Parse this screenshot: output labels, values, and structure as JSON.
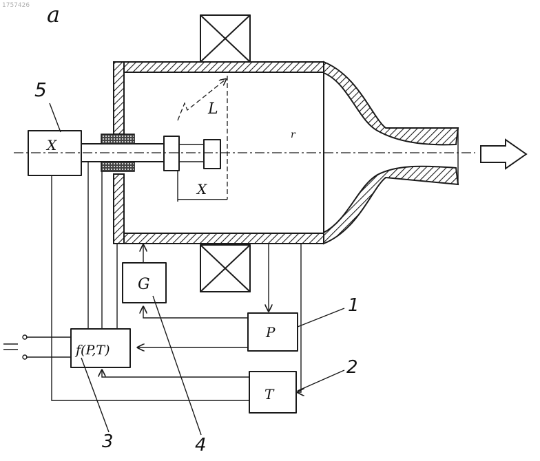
{
  "watermark": "1757426",
  "figure_label": "a",
  "labels": {
    "component_5": "5",
    "component_1": "1",
    "component_2": "2",
    "component_3": "3",
    "component_4": "4",
    "block_x": "X",
    "block_g": "G",
    "block_p": "P",
    "block_t": "T",
    "controller": "f(P,T)",
    "distance": "X",
    "beam": "L",
    "chamber_mark": "r"
  }
}
